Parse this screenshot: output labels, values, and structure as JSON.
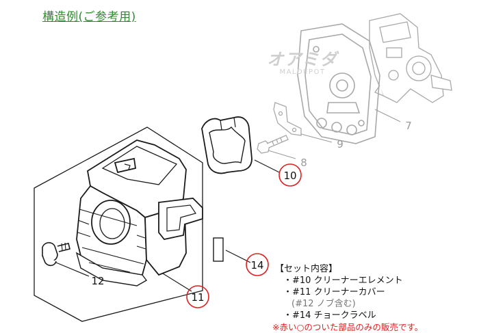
{
  "title": "構造例(ご参考用)",
  "watermark": {
    "main": "オアミダ",
    "sub": "MALDEPOT"
  },
  "parts": [
    {
      "number": "7",
      "highlighted": false
    },
    {
      "number": "8",
      "highlighted": false
    },
    {
      "number": "9",
      "highlighted": false
    },
    {
      "number": "10",
      "highlighted": true
    },
    {
      "number": "11",
      "highlighted": true
    },
    {
      "number": "12",
      "highlighted": false
    },
    {
      "number": "14",
      "highlighted": true
    }
  ],
  "legend": {
    "heading": "【セット内容】",
    "items": [
      "・#10 クリーナーエレメント",
      "・#11 クリーナーカバー"
    ],
    "sub_note": "(#12 ノブ含む)",
    "item3": "・#14 チョークラベル",
    "note": "※赤い○のついた部品のみの販売です。"
  },
  "colors": {
    "highlight_circle": "#e01e1e",
    "title": "#2e8b2e",
    "faded": "#9a9a9a",
    "note": "#e01e1e"
  }
}
